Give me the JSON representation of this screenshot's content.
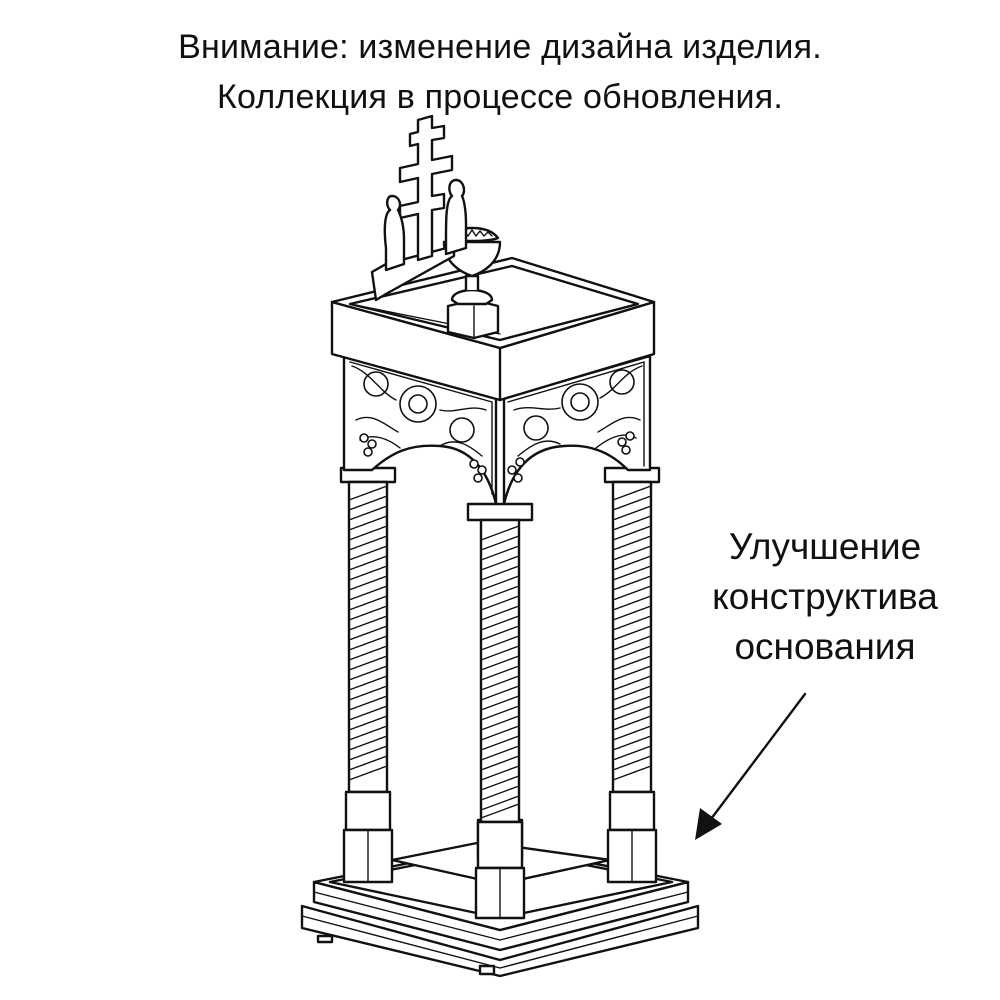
{
  "notice": {
    "line1": "Внимание: изменение дизайна изделия.",
    "line2": "Коллекция в процессе обновления."
  },
  "callout": {
    "line1": "Улучшение",
    "line2": "конструктива",
    "line3": "основания"
  },
  "colors": {
    "ink": "#111111",
    "background": "#ffffff"
  },
  "icons": [
    "orthodox-cross-icon",
    "candle-cup-icon",
    "arrow-icon"
  ]
}
